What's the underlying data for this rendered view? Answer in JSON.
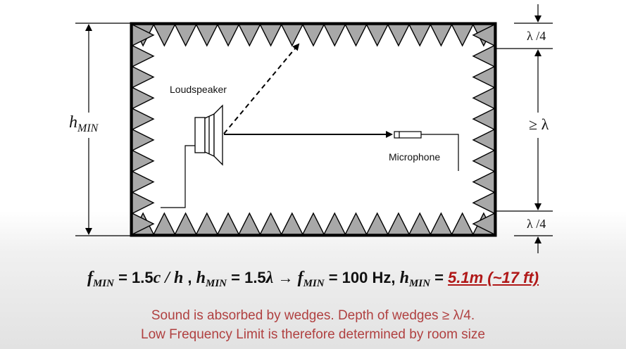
{
  "diagram": {
    "h_min_label": {
      "base": "h",
      "sub": "MIN"
    },
    "loudspeaker_label": "Loudspeaker",
    "microphone_label": "Microphone",
    "dim_top": "λ /4",
    "dim_middle": "≥ λ",
    "dim_bottom": "λ /4",
    "colors": {
      "wedge_fill": "#a8a8a8",
      "wall": "#000000"
    }
  },
  "formula": {
    "f_min_1": {
      "base": "f",
      "sub": "MIN"
    },
    "eq1": " = 1.5",
    "c_over_h": "c / h",
    "comma1": " , ",
    "h_min_1": {
      "base": "h",
      "sub": "MIN"
    },
    "eq2": " = 1.5",
    "lambda": "λ",
    "arrow": "  →  ",
    "f_min_2": {
      "base": "f",
      "sub": "MIN"
    },
    "eq3": " = 100 Hz, ",
    "h_min_2": {
      "base": "h",
      "sub": "MIN"
    },
    "eq4": " = ",
    "highlight": "5.1m (~17 ft)",
    "highlight_color": "#b01818"
  },
  "notes": {
    "line1": "Sound is absorbed by wedges. Depth of wedges ≥ λ/4.",
    "line2": "Low Frequency Limit is therefore determined by room size"
  }
}
